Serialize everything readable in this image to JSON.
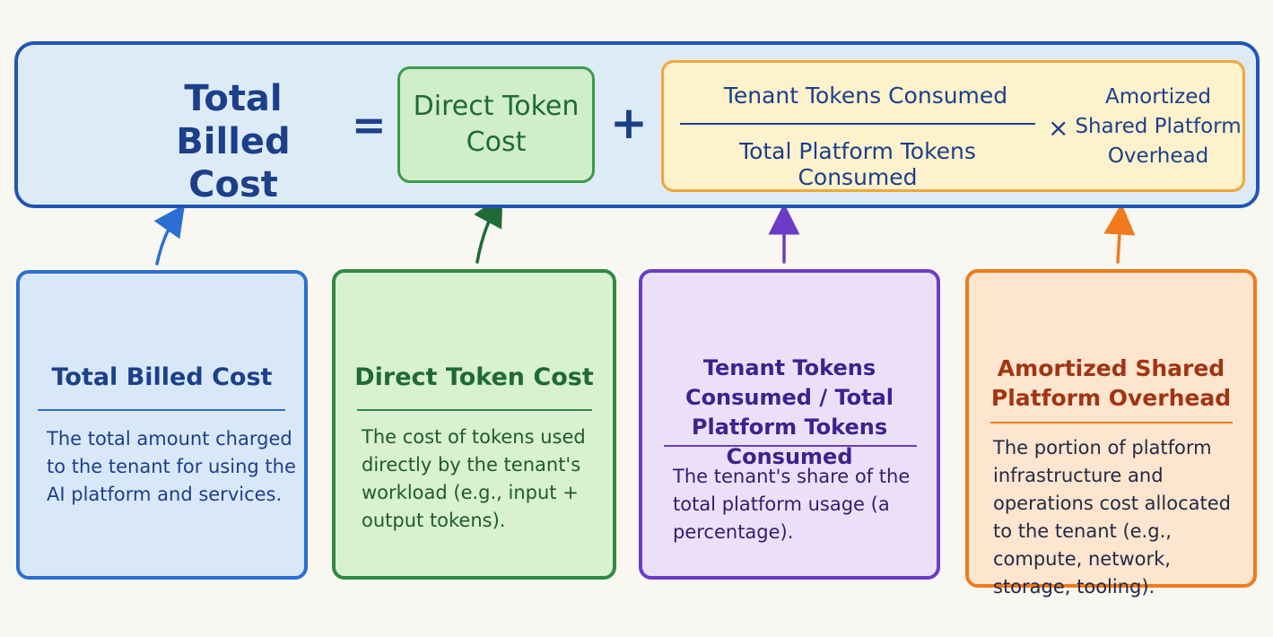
{
  "formula": {
    "total_label": "Total Billed Cost",
    "equals": "=",
    "direct_label": "Direct Token Cost",
    "plus": "+",
    "numerator": "Tenant Tokens Consumed",
    "denominator": "Total Platform Tokens Consumed",
    "times": "×",
    "overhead_label": "Amortized Shared Platform Overhead"
  },
  "cards": [
    {
      "title": "Total Billed Cost",
      "description": "The total amount charged to the tenant for using the AI platform and services.",
      "icon": "database-coins-icon",
      "color": "#2c6fd2"
    },
    {
      "title": "Direct Token Cost",
      "description": "The cost of tokens used directly by the tenant's workload (e.g., input + output tokens).",
      "icon": "chip-icon",
      "color": "#2f8a42"
    },
    {
      "title": "Tenant Tokens Consumed / Total Platform Tokens Consumed",
      "description": "The tenant's share of the total platform usage (a percentage).",
      "icon": "bar-chart-icon",
      "color": "#6b3cc6"
    },
    {
      "title": "Amortized Shared Platform Overhead",
      "description": "The portion of platform infrastructure and operations cost allocated to the tenant (e.g., compute, network, storage, tooling).",
      "icon": "cloud-gear-icon",
      "color": "#f07a1c"
    }
  ]
}
